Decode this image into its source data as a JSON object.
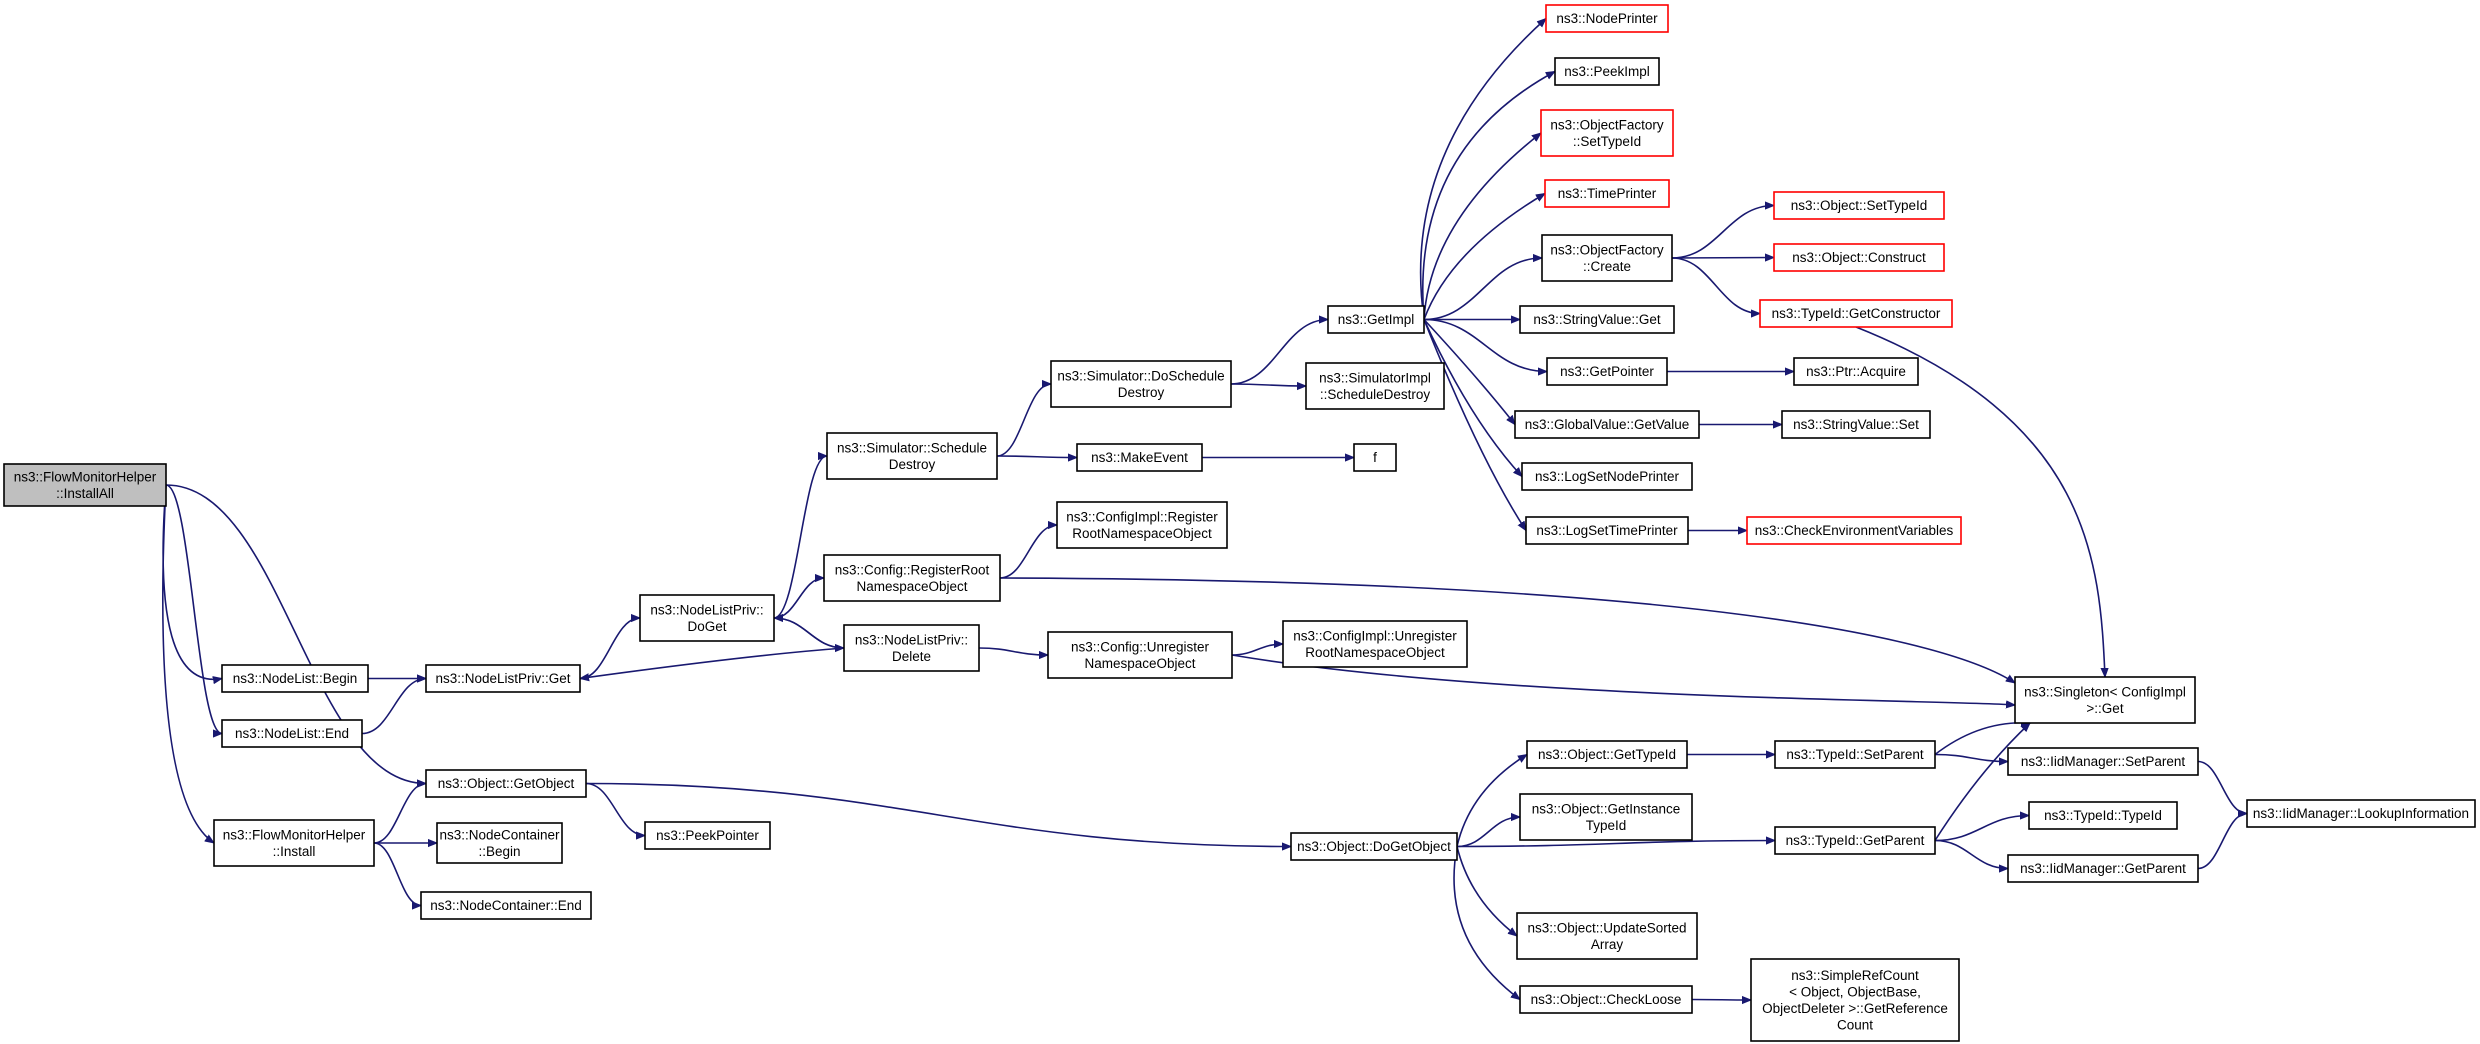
{
  "diagram": {
    "type": "call-graph",
    "colors": {
      "edge": "#191970",
      "node_border": "#000000",
      "truncated_node_border": "#ff0000",
      "root_fill": "#bfbfbf",
      "background": "#ffffff"
    },
    "nodes": [
      {
        "id": "root",
        "lines": [
          "ns3::FlowMonitorHelper",
          "::InstallAll"
        ],
        "style": "root"
      },
      {
        "id": "nlBegin",
        "lines": [
          "ns3::NodeList::Begin"
        ],
        "style": "normal"
      },
      {
        "id": "nlEnd",
        "lines": [
          "ns3::NodeList::End"
        ],
        "style": "normal"
      },
      {
        "id": "fmInstall",
        "lines": [
          "ns3::FlowMonitorHelper",
          "::Install"
        ],
        "style": "normal"
      },
      {
        "id": "nlpGet",
        "lines": [
          "ns3::NodeListPriv::Get"
        ],
        "style": "normal"
      },
      {
        "id": "objGetObject",
        "lines": [
          "ns3::Object::GetObject"
        ],
        "style": "normal"
      },
      {
        "id": "ncBegin",
        "lines": [
          "ns3::NodeContainer",
          "::Begin"
        ],
        "style": "normal"
      },
      {
        "id": "ncEnd",
        "lines": [
          "ns3::NodeContainer::End"
        ],
        "style": "normal"
      },
      {
        "id": "nlpDoGet",
        "lines": [
          "ns3::NodeListPriv::",
          "DoGet"
        ],
        "style": "normal"
      },
      {
        "id": "peekPointer",
        "lines": [
          "ns3::PeekPointer"
        ],
        "style": "normal"
      },
      {
        "id": "simSchedDestroy",
        "lines": [
          "ns3::Simulator::Schedule",
          "Destroy"
        ],
        "style": "normal"
      },
      {
        "id": "cfgRegister",
        "lines": [
          "ns3::Config::RegisterRoot",
          "NamespaceObject"
        ],
        "style": "normal"
      },
      {
        "id": "nlpDelete",
        "lines": [
          "ns3::NodeListPriv::",
          "Delete"
        ],
        "style": "normal"
      },
      {
        "id": "simDoSched",
        "lines": [
          "ns3::Simulator::DoSchedule",
          "Destroy"
        ],
        "style": "normal"
      },
      {
        "id": "makeEvent",
        "lines": [
          "ns3::MakeEvent"
        ],
        "style": "normal"
      },
      {
        "id": "ciRegister",
        "lines": [
          "ns3::ConfigImpl::Register",
          "RootNamespaceObject"
        ],
        "style": "normal"
      },
      {
        "id": "cfgUnregister",
        "lines": [
          "ns3::Config::Unregister",
          "NamespaceObject"
        ],
        "style": "normal"
      },
      {
        "id": "objDoGetObject",
        "lines": [
          "ns3::Object::DoGetObject"
        ],
        "style": "normal"
      },
      {
        "id": "getImpl",
        "lines": [
          "ns3::GetImpl"
        ],
        "style": "normal"
      },
      {
        "id": "siSchedDestroy",
        "lines": [
          "ns3::SimulatorImpl",
          "::ScheduleDestroy"
        ],
        "style": "normal"
      },
      {
        "id": "f",
        "lines": [
          "f"
        ],
        "style": "normal"
      },
      {
        "id": "ciUnregister",
        "lines": [
          "ns3::ConfigImpl::Unregister",
          "RootNamespaceObject"
        ],
        "style": "normal"
      },
      {
        "id": "nodePrinter",
        "lines": [
          "ns3::NodePrinter"
        ],
        "style": "truncated"
      },
      {
        "id": "peekImpl",
        "lines": [
          "ns3::PeekImpl"
        ],
        "style": "normal"
      },
      {
        "id": "ofSetTypeId",
        "lines": [
          "ns3::ObjectFactory",
          "::SetTypeId"
        ],
        "style": "truncated"
      },
      {
        "id": "timePrinter",
        "lines": [
          "ns3::TimePrinter"
        ],
        "style": "truncated"
      },
      {
        "id": "ofCreate",
        "lines": [
          "ns3::ObjectFactory",
          "::Create"
        ],
        "style": "normal"
      },
      {
        "id": "svGet",
        "lines": [
          "ns3::StringValue::Get"
        ],
        "style": "normal"
      },
      {
        "id": "getPointer",
        "lines": [
          "ns3::GetPointer"
        ],
        "style": "normal"
      },
      {
        "id": "gvGetValue",
        "lines": [
          "ns3::GlobalValue::GetValue"
        ],
        "style": "normal"
      },
      {
        "id": "logSetNode",
        "lines": [
          "ns3::LogSetNodePrinter"
        ],
        "style": "normal"
      },
      {
        "id": "logSetTime",
        "lines": [
          "ns3::LogSetTimePrinter"
        ],
        "style": "normal"
      },
      {
        "id": "objGetTypeId",
        "lines": [
          "ns3::Object::GetTypeId"
        ],
        "style": "normal"
      },
      {
        "id": "objGetInstance",
        "lines": [
          "ns3::Object::GetInstance",
          "TypeId"
        ],
        "style": "normal"
      },
      {
        "id": "objUpdateSorted",
        "lines": [
          "ns3::Object::UpdateSorted",
          "Array"
        ],
        "style": "normal"
      },
      {
        "id": "objCheckLoose",
        "lines": [
          "ns3::Object::CheckLoose"
        ],
        "style": "normal"
      },
      {
        "id": "objSetTypeId",
        "lines": [
          "ns3::Object::SetTypeId"
        ],
        "style": "truncated"
      },
      {
        "id": "objConstruct",
        "lines": [
          "ns3::Object::Construct"
        ],
        "style": "truncated"
      },
      {
        "id": "tidGetCtor",
        "lines": [
          "ns3::TypeId::GetConstructor"
        ],
        "style": "truncated"
      },
      {
        "id": "ptrAcquire",
        "lines": [
          "ns3::Ptr::Acquire"
        ],
        "style": "normal"
      },
      {
        "id": "svSet",
        "lines": [
          "ns3::StringValue::Set"
        ],
        "style": "normal"
      },
      {
        "id": "checkEnv",
        "lines": [
          "ns3::CheckEnvironmentVariables"
        ],
        "style": "truncated"
      },
      {
        "id": "tidSetParent",
        "lines": [
          "ns3::TypeId::SetParent"
        ],
        "style": "normal"
      },
      {
        "id": "tidGetParent",
        "lines": [
          "ns3::TypeId::GetParent"
        ],
        "style": "normal"
      },
      {
        "id": "simpleRefCount",
        "lines": [
          "ns3::SimpleRefCount",
          "< Object, ObjectBase,",
          "ObjectDeleter >::GetReference",
          "Count"
        ],
        "style": "normal"
      },
      {
        "id": "singletonGet",
        "lines": [
          "ns3::Singleton< ConfigImpl",
          ">::Get"
        ],
        "style": "normal"
      },
      {
        "id": "iidSetParent",
        "lines": [
          "ns3::IidManager::SetParent"
        ],
        "style": "normal"
      },
      {
        "id": "tidTypeId",
        "lines": [
          "ns3::TypeId::TypeId"
        ],
        "style": "normal"
      },
      {
        "id": "iidGetParent",
        "lines": [
          "ns3::IidManager::GetParent"
        ],
        "style": "normal"
      },
      {
        "id": "iidLookup",
        "lines": [
          "ns3::IidManager::LookupInformation"
        ],
        "style": "normal"
      }
    ],
    "edges": [
      [
        "root",
        "nlBegin"
      ],
      [
        "root",
        "nlEnd"
      ],
      [
        "root",
        "objGetObject"
      ],
      [
        "root",
        "fmInstall"
      ],
      [
        "nlBegin",
        "nlpGet"
      ],
      [
        "nlEnd",
        "nlpGet"
      ],
      [
        "fmInstall",
        "objGetObject"
      ],
      [
        "fmInstall",
        "ncBegin"
      ],
      [
        "fmInstall",
        "ncEnd"
      ],
      [
        "nlpGet",
        "nlpDoGet"
      ],
      [
        "nlpDoGet",
        "simSchedDestroy"
      ],
      [
        "nlpDoGet",
        "cfgRegister"
      ],
      [
        "nlpDoGet",
        "nlpDelete"
      ],
      [
        "nlpDelete",
        "nlpDoGet"
      ],
      [
        "nlpDelete",
        "nlpGet"
      ],
      [
        "nlpDelete",
        "cfgUnregister"
      ],
      [
        "objGetObject",
        "peekPointer"
      ],
      [
        "objGetObject",
        "objDoGetObject"
      ],
      [
        "simSchedDestroy",
        "simDoSched"
      ],
      [
        "simSchedDestroy",
        "makeEvent"
      ],
      [
        "simDoSched",
        "getImpl"
      ],
      [
        "simDoSched",
        "siSchedDestroy"
      ],
      [
        "makeEvent",
        "f"
      ],
      [
        "cfgRegister",
        "ciRegister"
      ],
      [
        "cfgRegister",
        "singletonGet"
      ],
      [
        "cfgUnregister",
        "ciUnregister"
      ],
      [
        "cfgUnregister",
        "singletonGet"
      ],
      [
        "getImpl",
        "nodePrinter"
      ],
      [
        "getImpl",
        "peekImpl"
      ],
      [
        "getImpl",
        "ofSetTypeId"
      ],
      [
        "getImpl",
        "timePrinter"
      ],
      [
        "getImpl",
        "ofCreate"
      ],
      [
        "getImpl",
        "svGet"
      ],
      [
        "getImpl",
        "getPointer"
      ],
      [
        "getImpl",
        "gvGetValue"
      ],
      [
        "getImpl",
        "logSetNode"
      ],
      [
        "getImpl",
        "logSetTime"
      ],
      [
        "ofCreate",
        "objSetTypeId"
      ],
      [
        "ofCreate",
        "objConstruct"
      ],
      [
        "ofCreate",
        "tidGetCtor"
      ],
      [
        "tidGetCtor",
        "singletonGet"
      ],
      [
        "getPointer",
        "ptrAcquire"
      ],
      [
        "gvGetValue",
        "svSet"
      ],
      [
        "logSetTime",
        "checkEnv"
      ],
      [
        "objDoGetObject",
        "objGetTypeId"
      ],
      [
        "objDoGetObject",
        "objGetInstance"
      ],
      [
        "objDoGetObject",
        "tidGetParent"
      ],
      [
        "objDoGetObject",
        "objUpdateSorted"
      ],
      [
        "objDoGetObject",
        "objCheckLoose"
      ],
      [
        "objGetTypeId",
        "tidSetParent"
      ],
      [
        "tidSetParent",
        "singletonGet"
      ],
      [
        "tidSetParent",
        "iidSetParent"
      ],
      [
        "tidGetParent",
        "singletonGet"
      ],
      [
        "tidGetParent",
        "tidTypeId"
      ],
      [
        "tidGetParent",
        "iidGetParent"
      ],
      [
        "iidSetParent",
        "iidLookup"
      ],
      [
        "iidGetParent",
        "iidLookup"
      ],
      [
        "objCheckLoose",
        "simpleRefCount"
      ]
    ]
  }
}
